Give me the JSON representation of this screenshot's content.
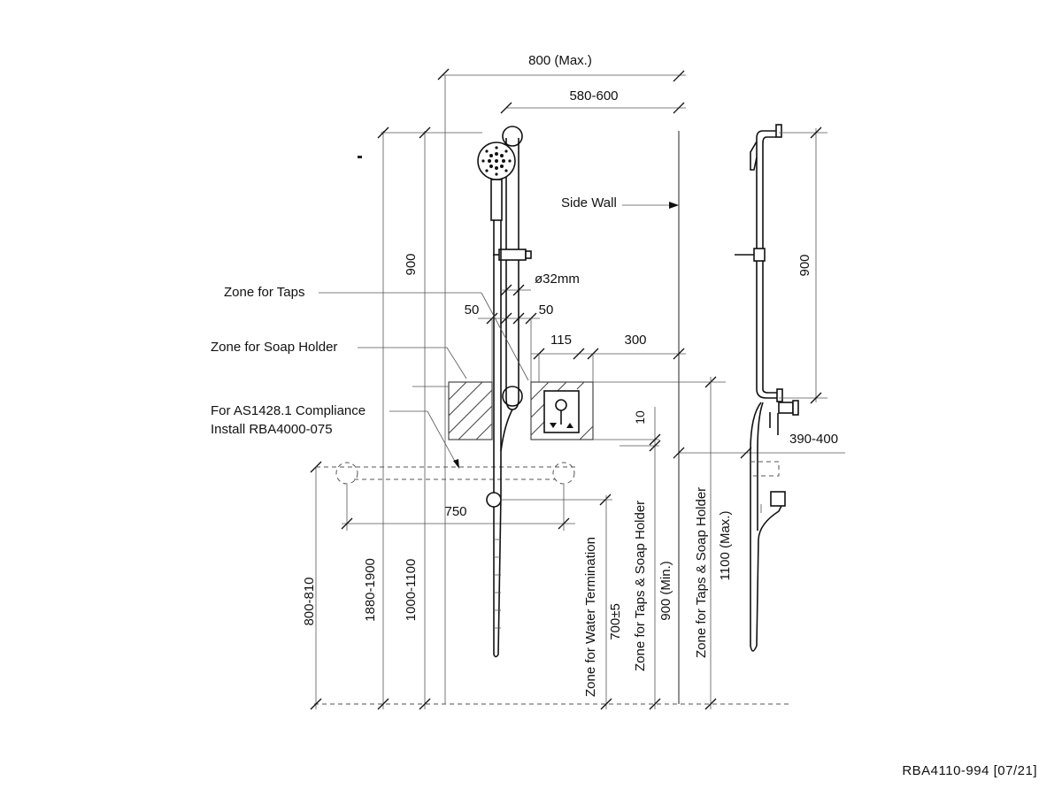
{
  "dimensions": {
    "d800": "800 (Max.)",
    "d580": "580-600",
    "d900_left": "900",
    "d900_right": "900",
    "d32": "ø32mm",
    "d50a": "50",
    "d50b": "50",
    "d115": "115",
    "d300": "300",
    "d10": "10",
    "d390": "390-400",
    "d750": "750",
    "v800": "800-810",
    "v1880": "1880-1900",
    "v1000": "1000-1100",
    "v700": "700±5",
    "v900min": "900 (Min.)",
    "v1100max": "1100 (Max.)"
  },
  "labels": {
    "side_wall": "Side Wall",
    "zone_taps": "Zone for Taps",
    "zone_soap": "Zone for  Soap Holder",
    "compliance_1": "For AS1428.1 Compliance",
    "compliance_2": "Install RBA4000-075",
    "water_term": "Zone for Water Termination",
    "taps_soap_1": "Zone for Taps & Soap Holder",
    "taps_soap_2": "Zone for Taps & Soap Holder"
  },
  "drawing_code": "RBA4110-994 [07/21]"
}
